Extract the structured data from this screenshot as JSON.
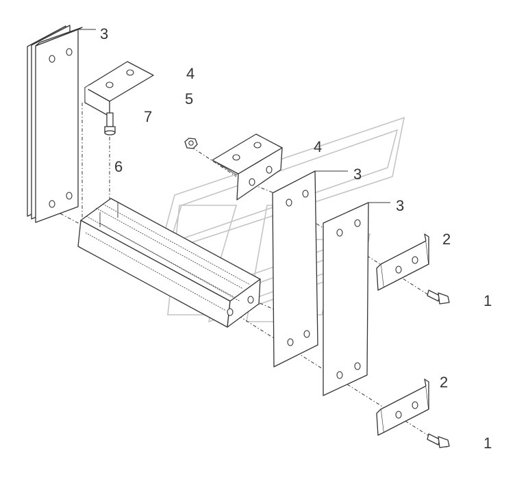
{
  "callouts": {
    "c3_top": "3",
    "c4_top": "4",
    "c5": "5",
    "c7": "7",
    "c6": "6",
    "c4_mid": "4",
    "c3_mid": "3",
    "c3_right": "3",
    "c2_upper": "2",
    "c1_upper": "1",
    "c2_lower": "2",
    "c1_lower": "1"
  },
  "colors": {
    "line": "#333333",
    "watermark": "#c4c4c4"
  }
}
